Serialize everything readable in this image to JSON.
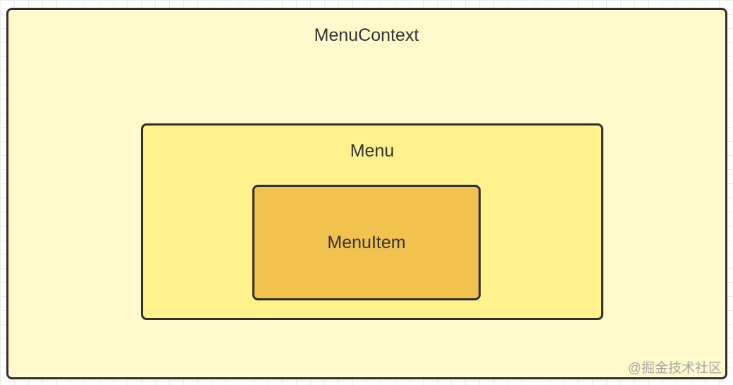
{
  "diagram": {
    "outer": {
      "label": "MenuContext",
      "fill": "#fff9cc"
    },
    "middle": {
      "label": "Menu",
      "fill": "#fff28c"
    },
    "inner": {
      "label": "MenuItem",
      "fill": "#f2c24f"
    },
    "stroke": "#2f2f2f"
  },
  "watermark": {
    "text": "@掘金技术社区"
  }
}
